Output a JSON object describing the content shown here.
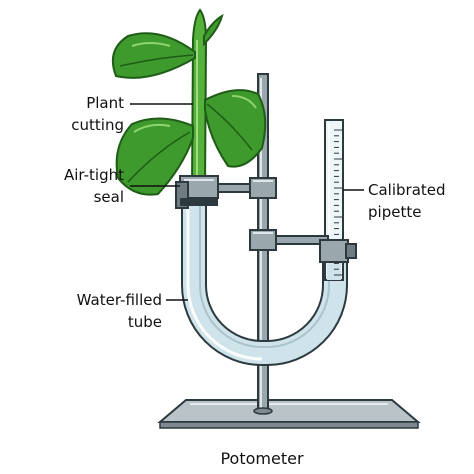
{
  "labels": {
    "plant_cutting": [
      "Plant",
      "cutting"
    ],
    "air_tight_seal": [
      "Air-tight",
      "seal"
    ],
    "calibrated_pipette": [
      "Calibrated",
      "pipette"
    ],
    "water_filled_tube": [
      "Water-filled",
      "tube"
    ]
  },
  "caption": "Potometer",
  "colors": {
    "leaf": "#3e9a2c",
    "leaf_dark": "#1f5c17",
    "stem": "#55b13a",
    "water": "#cfe3ea",
    "tube_edge": "#6f8e99",
    "metal": "#9aa7ad",
    "metal_dark": "#2c3a40",
    "base": "#b9c3c8"
  }
}
